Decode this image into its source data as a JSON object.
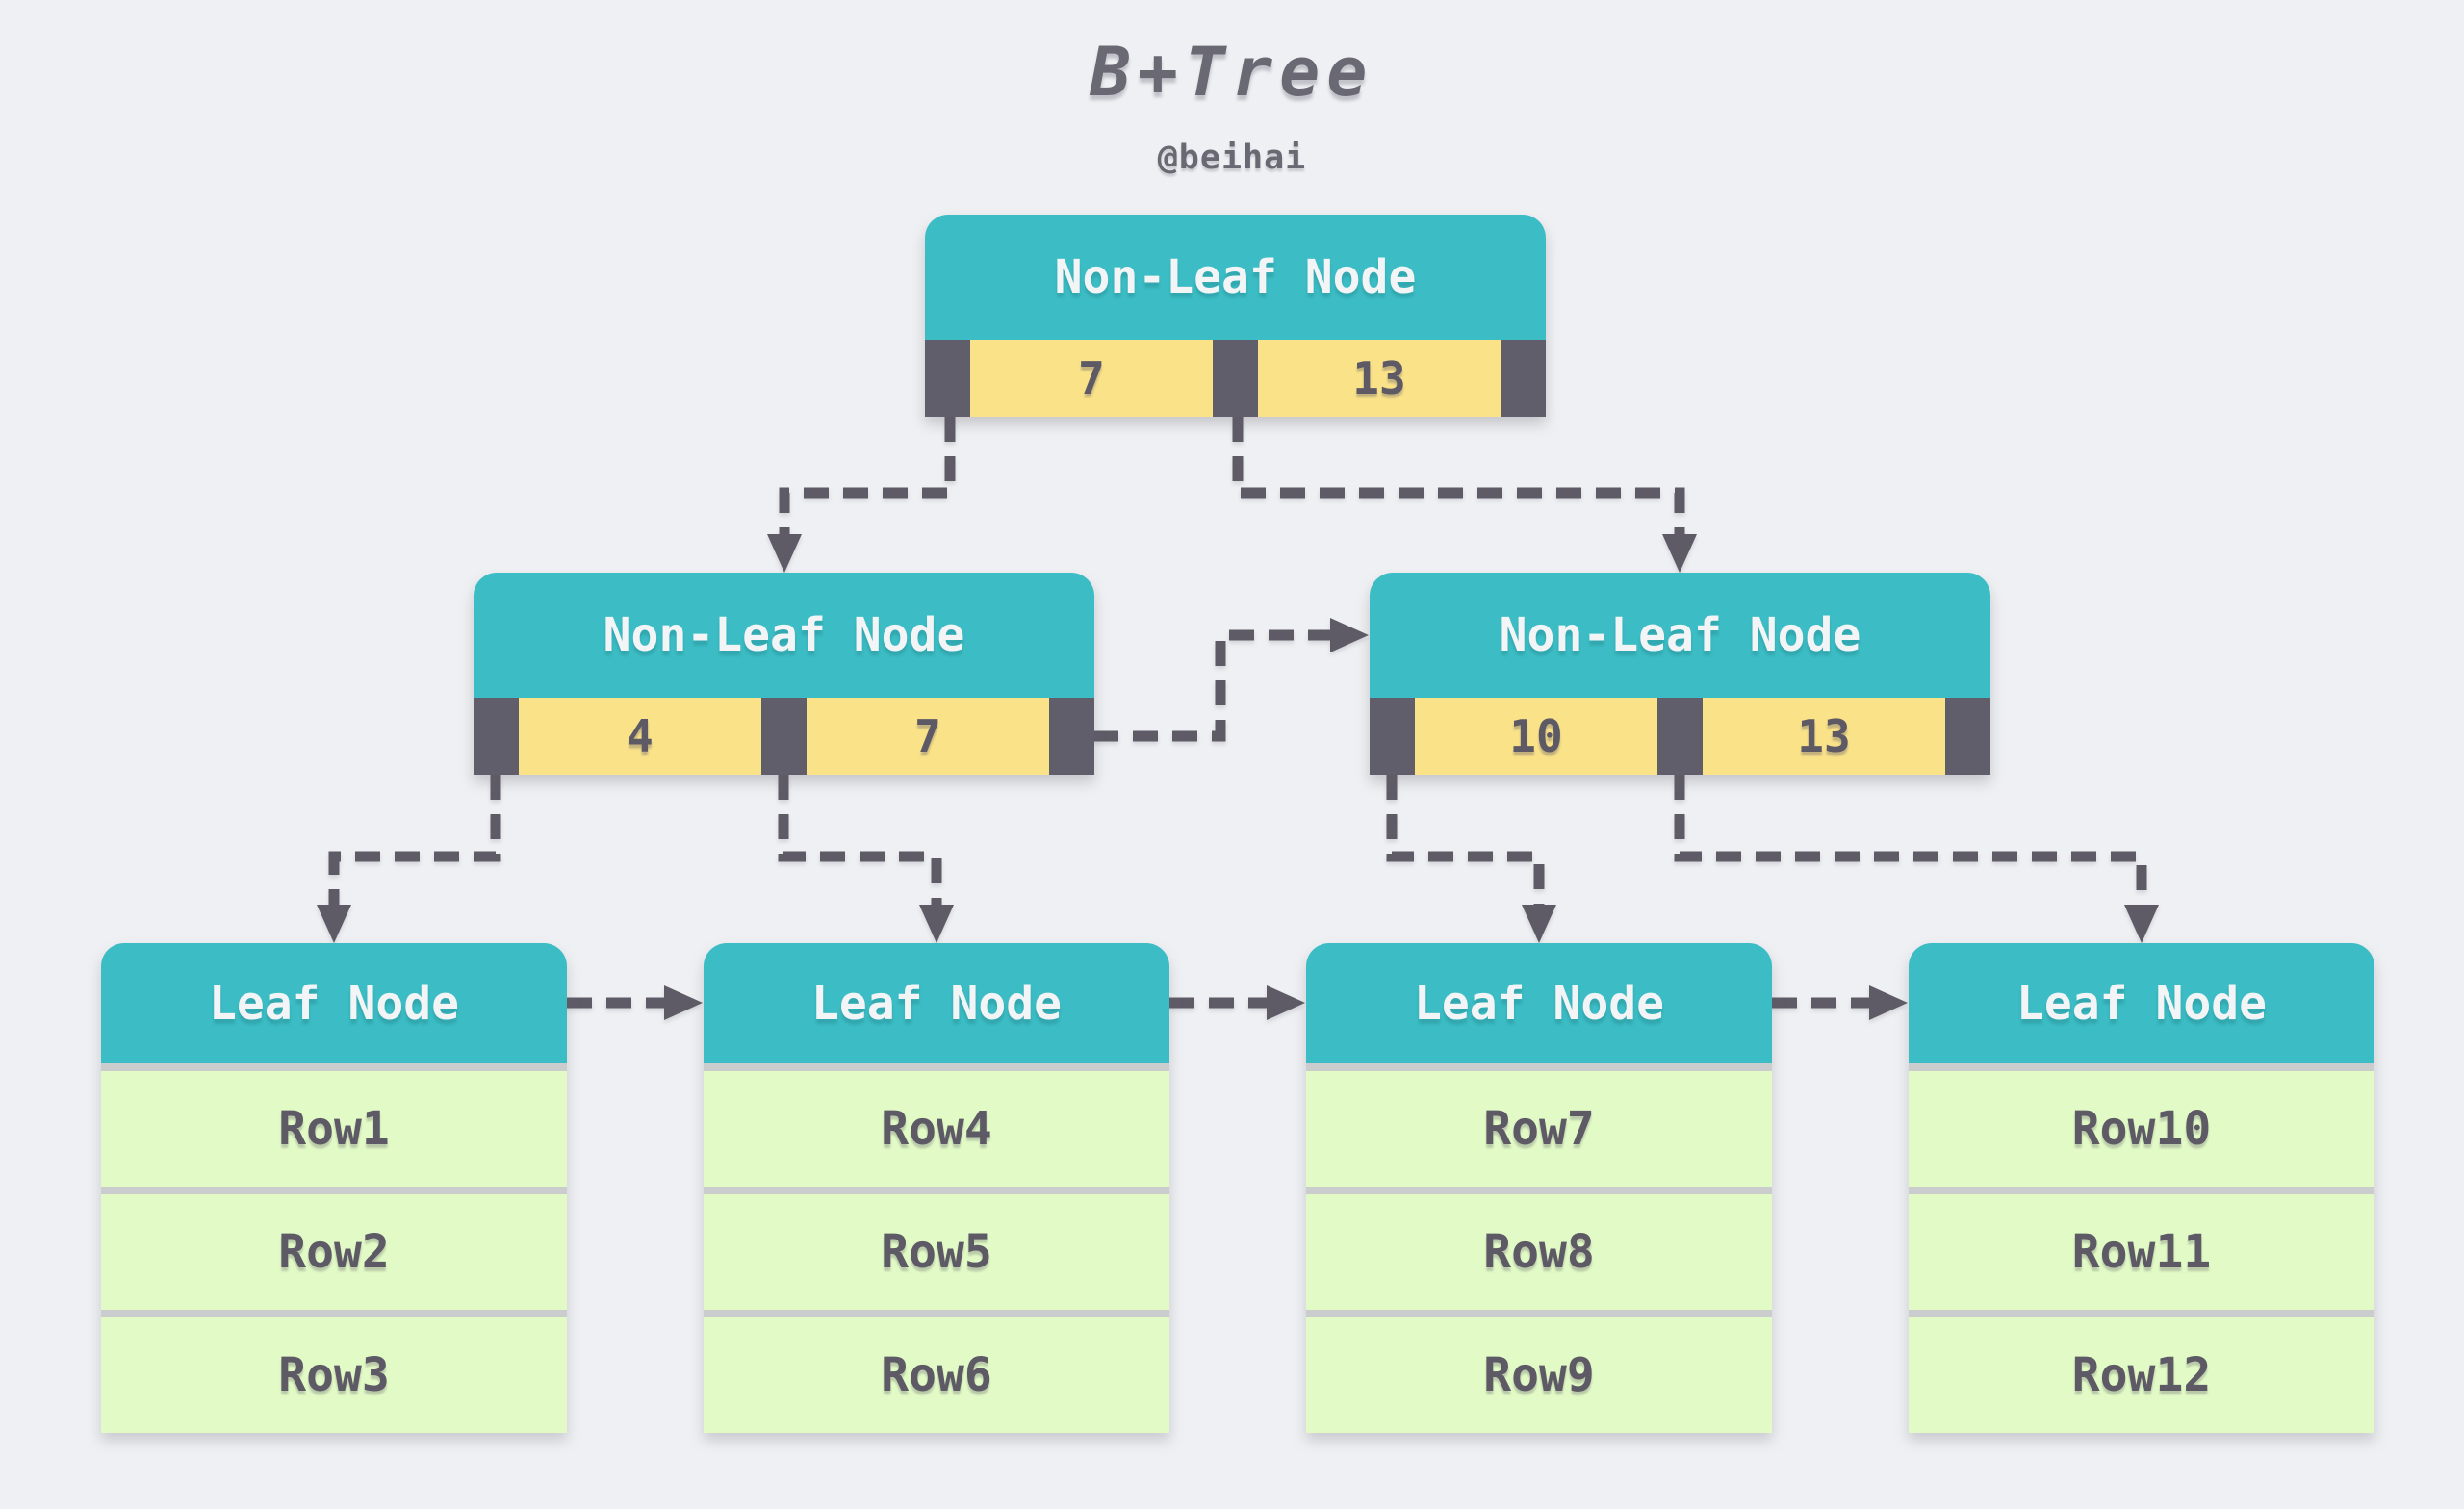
{
  "title": "B+Tree",
  "subtitle": "@beihai",
  "colors": {
    "bg": "#eef0f3",
    "teal": "#3cbdc5",
    "yellow": "#fae289",
    "slate": "#615e6b",
    "arrow": "#5e5b67",
    "green": "#e2fbc6",
    "separator": "#caccce",
    "ink": "#5d5a66",
    "light": "#f2f4f6",
    "title-ink": "#6a6873"
  },
  "tree": {
    "root": {
      "label": "Non-Leaf Node",
      "keys": [
        "7",
        "13"
      ]
    },
    "internal_left": {
      "label": "Non-Leaf Node",
      "keys": [
        "4",
        "7"
      ]
    },
    "internal_right": {
      "label": "Non-Leaf Node",
      "keys": [
        "10",
        "13"
      ]
    },
    "leaves": [
      {
        "label": "Leaf Node",
        "rows": [
          "Row1",
          "Row2",
          "Row3"
        ]
      },
      {
        "label": "Leaf Node",
        "rows": [
          "Row4",
          "Row5",
          "Row6"
        ]
      },
      {
        "label": "Leaf Node",
        "rows": [
          "Row7",
          "Row8",
          "Row9"
        ]
      },
      {
        "label": "Leaf Node",
        "rows": [
          "Row10",
          "Row11",
          "Row12"
        ]
      }
    ],
    "edges": [
      {
        "from": "root-pointer-1",
        "to": "internal-left"
      },
      {
        "from": "root-pointer-2",
        "to": "internal-right"
      },
      {
        "from": "internal-left-pointer-1",
        "to": "leaf-1"
      },
      {
        "from": "internal-left-pointer-2",
        "to": "leaf-2"
      },
      {
        "from": "internal-left-pointer-3",
        "to": "internal-right"
      },
      {
        "from": "internal-right-pointer-1",
        "to": "leaf-3"
      },
      {
        "from": "internal-right-pointer-2",
        "to": "leaf-4"
      },
      {
        "from": "leaf-1",
        "to": "leaf-2"
      },
      {
        "from": "leaf-2",
        "to": "leaf-3"
      },
      {
        "from": "leaf-3",
        "to": "leaf-4"
      }
    ]
  }
}
